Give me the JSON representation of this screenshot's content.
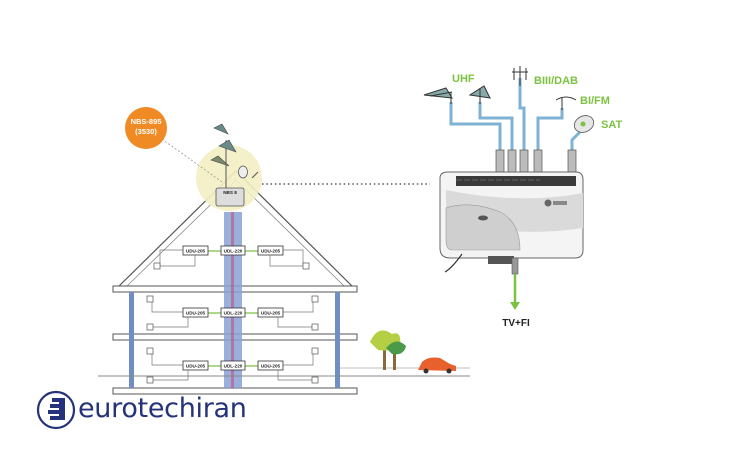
{
  "badge": {
    "line1": "NBS-895",
    "line2": "(3530)"
  },
  "antennas": {
    "uhf": "UHF",
    "biii_dab": "BIII/DAB",
    "bi_fm": "BI/FM",
    "sat": "SAT"
  },
  "output_label": "TV+FI",
  "amp_label": "NBS 8",
  "boxes": {
    "udu": "UDU-205",
    "udl": "UDL-220"
  },
  "logo": {
    "text": "eurotechiran"
  },
  "colors": {
    "cable_blue": "#7fb3d5",
    "cable_green": "#7cc242",
    "badge_orange": "#f08a24",
    "logo_navy": "#24337a"
  }
}
